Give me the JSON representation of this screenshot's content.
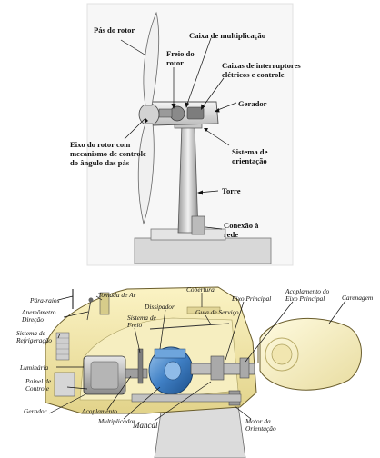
{
  "turbine_labels": {
    "pas_do_rotor": [
      "Pás do rotor"
    ],
    "freio_do_rotor": [
      "Freio do",
      "rotor"
    ],
    "caixa_de_multiplicacao": [
      "Caixa de multiplicação"
    ],
    "caixas_de_interruptores": [
      "Caixas de interruptores",
      "elétricos e controle"
    ],
    "gerador": [
      "Gerador"
    ],
    "eixo_do_rotor": [
      "Eixo do rotor com",
      "mecanismo de controle",
      "do ângulo das pás"
    ],
    "sistema_de_orientacao": [
      "Sistema de",
      "orientação"
    ],
    "torre": [
      "Torre"
    ],
    "conexao_a_rede": [
      "Conexão à",
      "rede"
    ]
  },
  "nacelle_labels": {
    "para_raios": [
      "Pára-raios"
    ],
    "tomada_de_ar": [
      "Tomada de Ar"
    ],
    "anemometro": [
      "Anemômetro",
      "Direção"
    ],
    "sistema_de_refrigeracao": [
      "Sistema de",
      "Refrigeração"
    ],
    "sistema_de_freio": [
      "Sistema de",
      "Freio"
    ],
    "dissipador": [
      "Dissipador"
    ],
    "cobertura": [
      "Cobertura"
    ],
    "guia_de_servico": [
      "Guia de Serviço"
    ],
    "eixo_principal": [
      "Eixo Principal"
    ],
    "acoplamento_do_eixo_principal": [
      "Acoplamento do",
      "Eixo Principal"
    ],
    "carenagem": [
      "Carenagem"
    ],
    "luminaria": [
      "Luminária"
    ],
    "painel_de_controle": [
      "Painel de",
      "Controle"
    ],
    "gerador": [
      "Gerador"
    ],
    "acoplamento": [
      "Acoplamento"
    ],
    "multiplicador": [
      "Multiplicador"
    ],
    "mancal": [
      "Mancal"
    ],
    "motor_da_orientacao": [
      "Motor da",
      "Orientação"
    ]
  }
}
